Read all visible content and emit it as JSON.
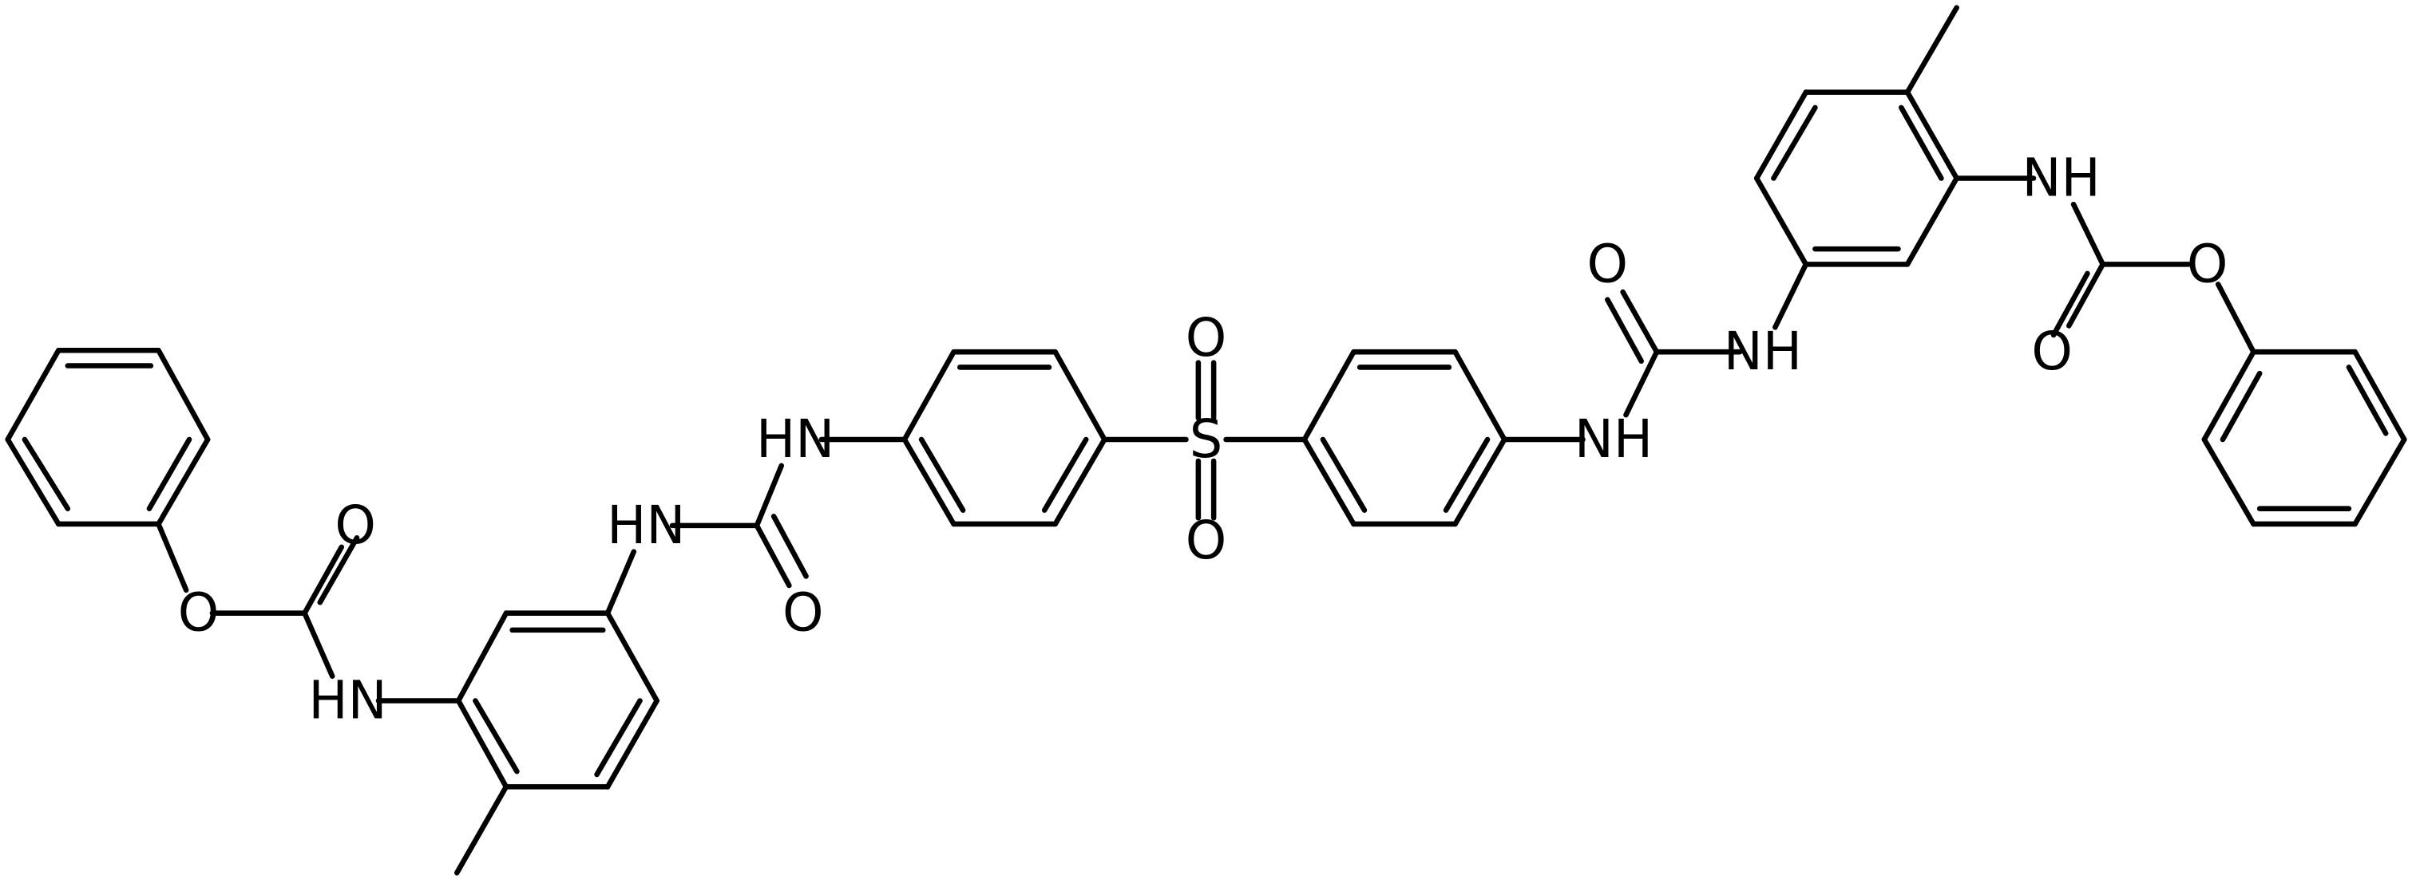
{
  "molecule": {
    "atoms": [
      {
        "id": "O1",
        "label": "O"
      },
      {
        "id": "O2",
        "label": "O"
      },
      {
        "id": "N1",
        "label": "HN"
      },
      {
        "id": "N2",
        "label": "HN"
      },
      {
        "id": "O3",
        "label": "O"
      },
      {
        "id": "N3",
        "label": "HN"
      },
      {
        "id": "S1",
        "label": "S"
      },
      {
        "id": "O4",
        "label": "O"
      },
      {
        "id": "O5",
        "label": "O"
      },
      {
        "id": "N4",
        "label": "NH"
      },
      {
        "id": "O6",
        "label": "O"
      },
      {
        "id": "N5",
        "label": "NH"
      },
      {
        "id": "N6",
        "label": "NH"
      },
      {
        "id": "O7",
        "label": "O"
      },
      {
        "id": "O8",
        "label": "O"
      }
    ]
  },
  "colors": {
    "bond": "#000000",
    "label": "#000000",
    "background": "#ffffff"
  }
}
